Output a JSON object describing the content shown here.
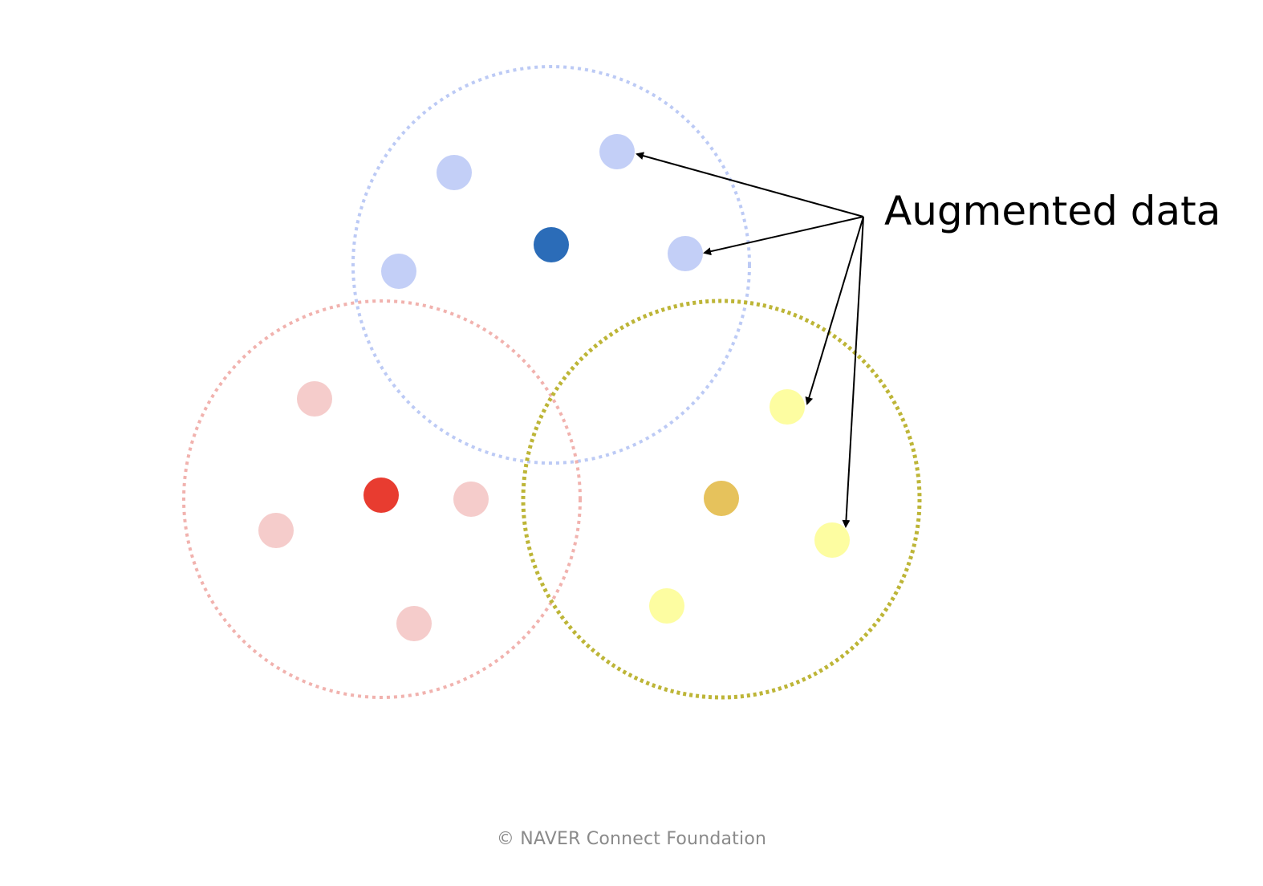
{
  "annotation": {
    "label": "Augmented data"
  },
  "footer": {
    "copyright": "©  NAVER Connect Foundation"
  },
  "colors": {
    "blue_circle": "#bccaf5",
    "blue_anchor": "#2b6cb8",
    "blue_augmented": "#c3cff7",
    "red_circle": "#f1b2ae",
    "red_anchor": "#e83c30",
    "red_augmented": "#f5cccb",
    "yellow_circle": "#bdb537",
    "yellow_anchor": "#e6c25c",
    "yellow_augmented": "#fdfda1",
    "arrow": "#000000"
  },
  "clusters": [
    {
      "name": "blue",
      "anchor_count": 1,
      "augmented_count": 4
    },
    {
      "name": "red",
      "anchor_count": 1,
      "augmented_count": 4
    },
    {
      "name": "yellow",
      "anchor_count": 1,
      "augmented_count": 3
    }
  ]
}
